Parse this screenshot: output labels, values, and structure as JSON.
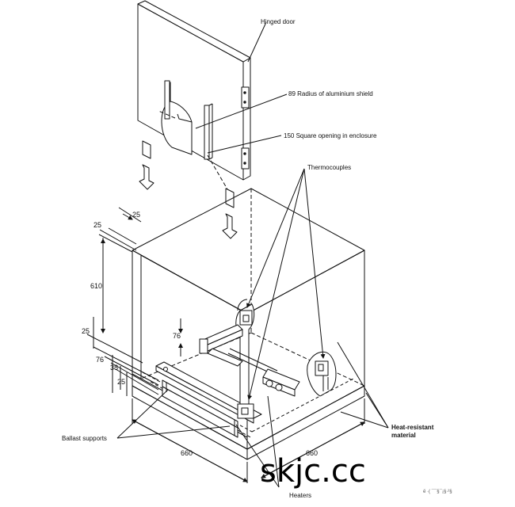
{
  "labels": {
    "hinged_door": "Hinged door",
    "shield_radius": "89 Radius of aluminium shield",
    "square_opening": "150 Square opening in enclosure",
    "thermocouples": "Thermocouples",
    "heat_resistant": "Heat-resistant",
    "heat_resistant_2": "material",
    "ballast_supports": "Ballast supports",
    "heaters": "Heaters"
  },
  "dimensions": {
    "d25_top_a": "25",
    "d25_top_b": "25",
    "d610": "610",
    "d25_mid": "25",
    "d76_a": "76",
    "d76_b": "76",
    "d38": "38",
    "d25_low": "25",
    "d660_a": "660",
    "d660_b": "660"
  },
  "watermark": "skjc.cc",
  "corner_note": "ë ·( ¯¯§¯¡§·²§"
}
